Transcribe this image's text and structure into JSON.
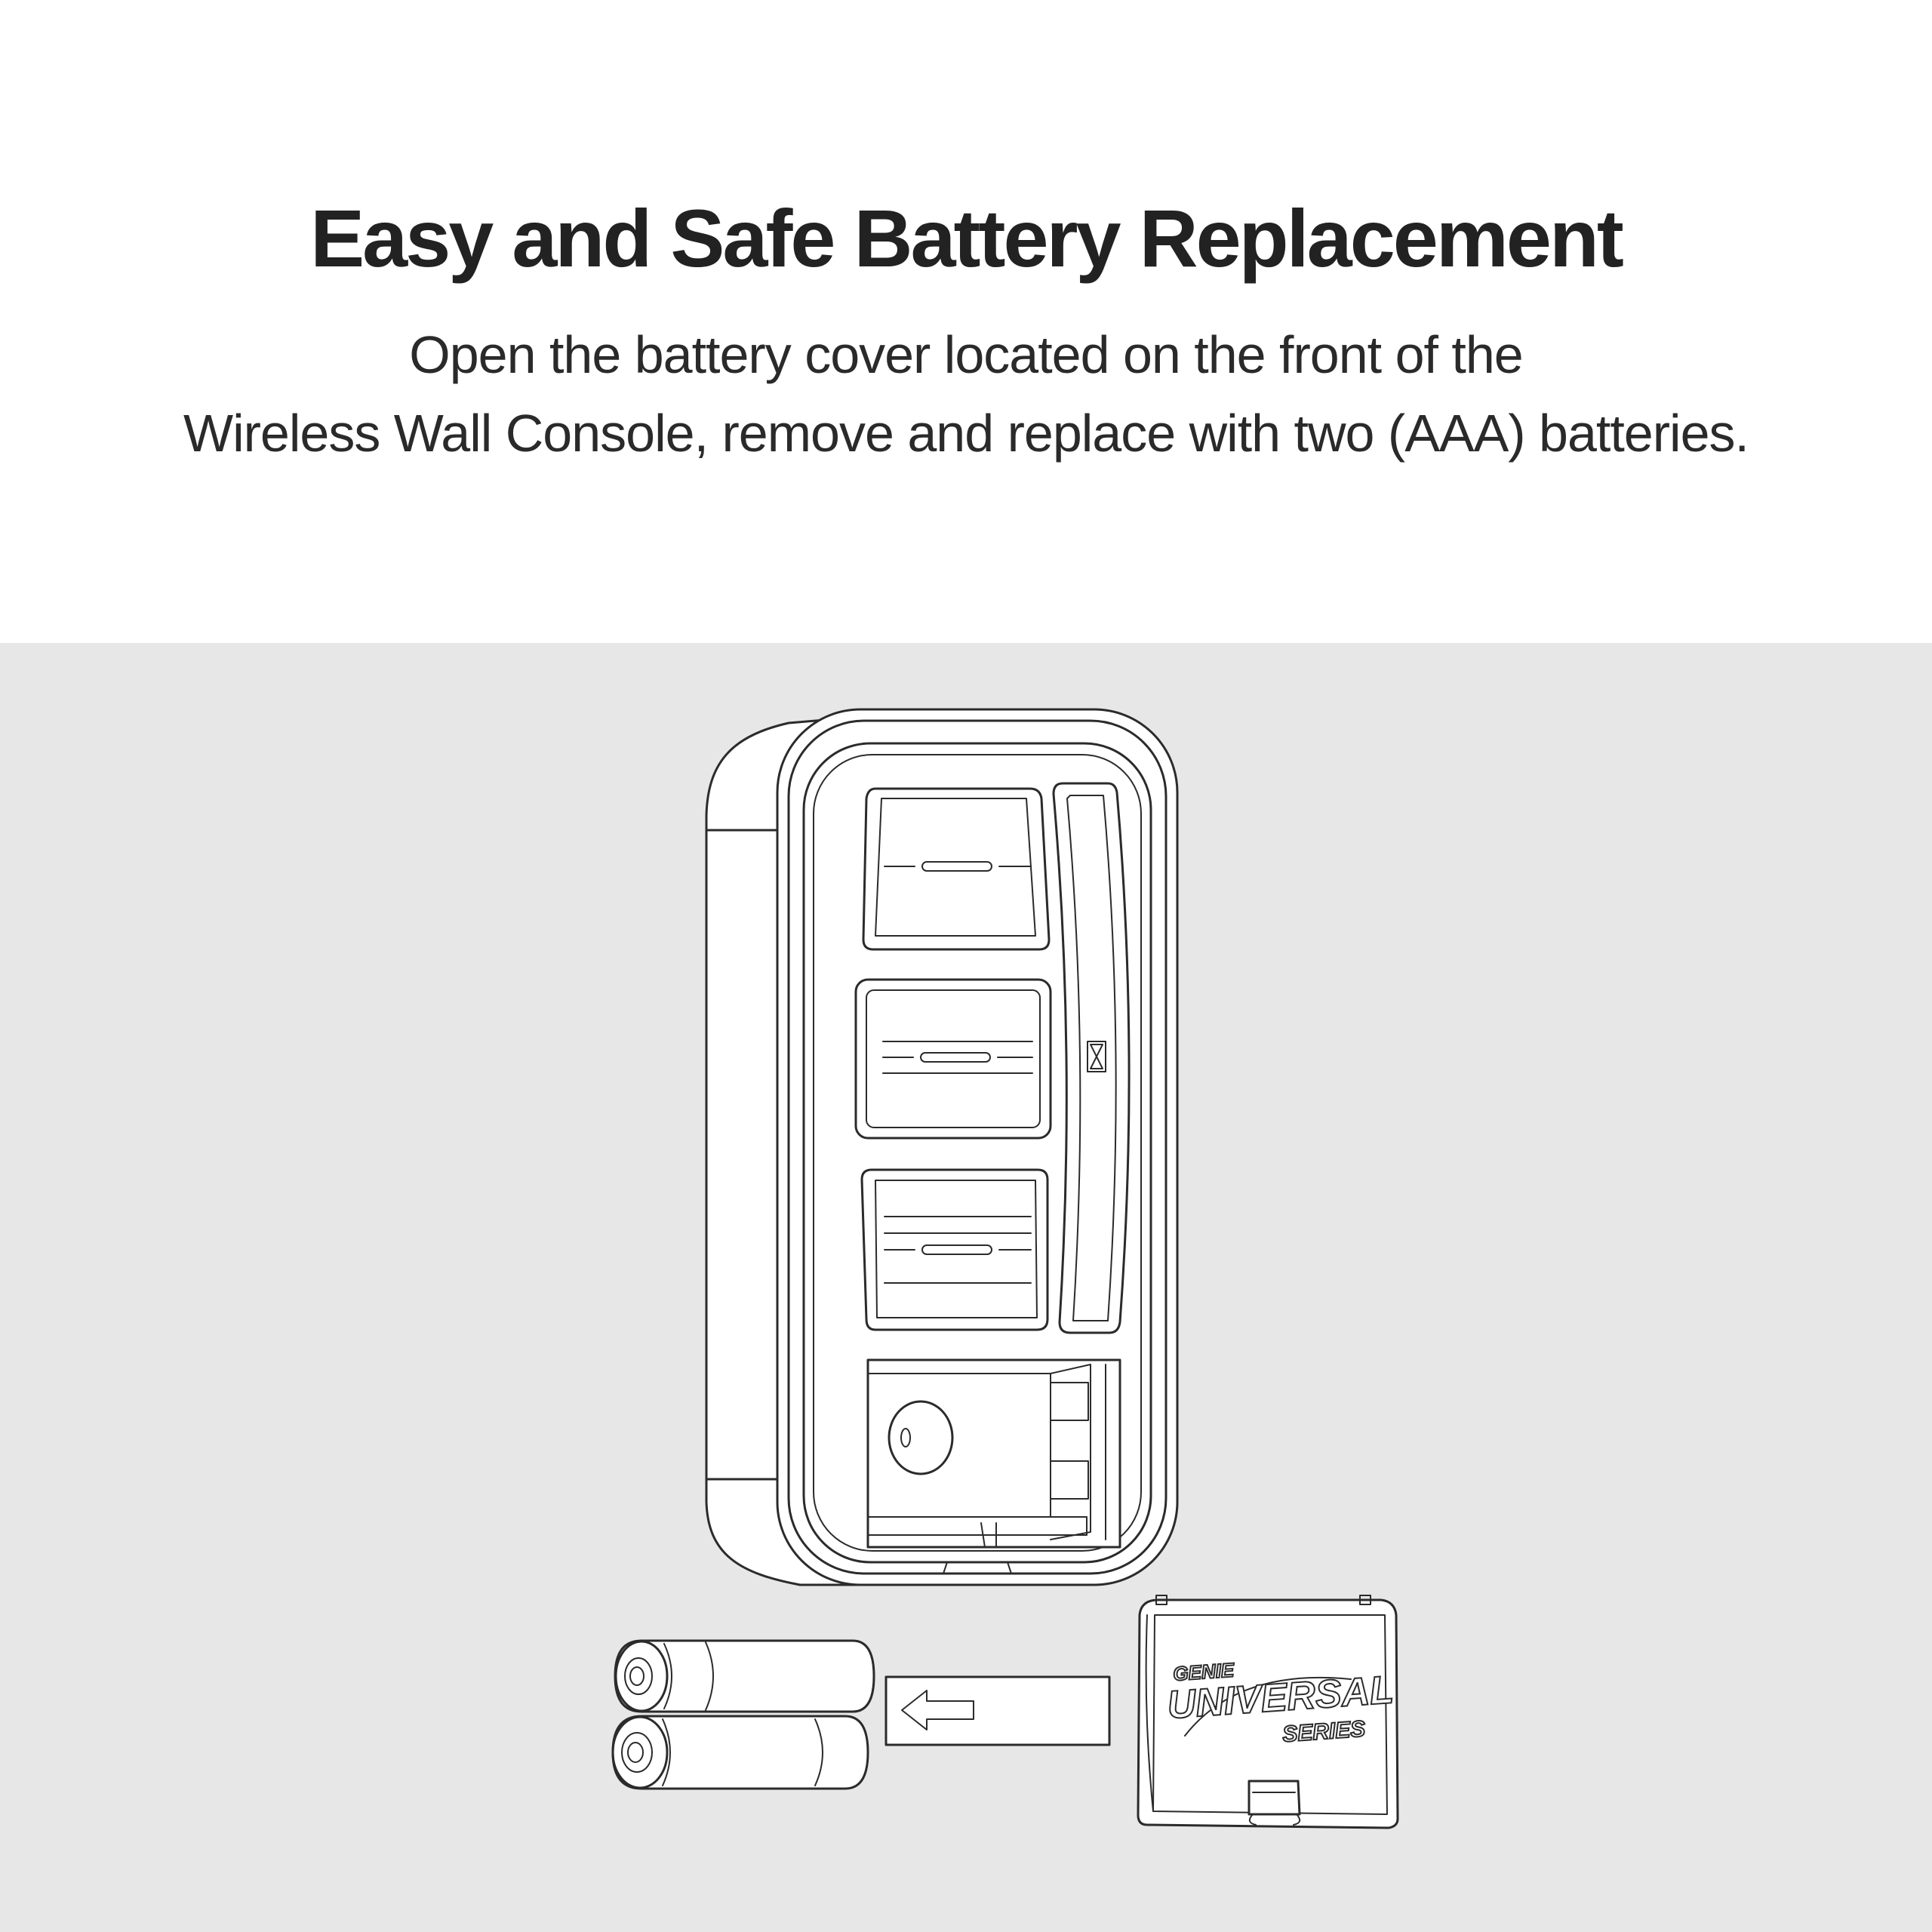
{
  "header": {
    "title": "Easy and Safe Battery Replacement",
    "subtitle_line1": "Open the battery cover located on the front of the",
    "subtitle_line2": "Wireless Wall Console, remove and replace with two (AAA) batteries."
  },
  "illustration": {
    "logo_brand": "GENIE",
    "logo_main": "UNIVERSAL",
    "logo_sub": "SERIES",
    "icons": [
      "wall-console",
      "aaa-battery",
      "arrow-left",
      "battery-cover",
      "hourglass"
    ]
  },
  "colors": {
    "header_background": "#ffffff",
    "panel_background": "#e7e7e7",
    "line": "#2b2b2b",
    "text": "#222222"
  }
}
